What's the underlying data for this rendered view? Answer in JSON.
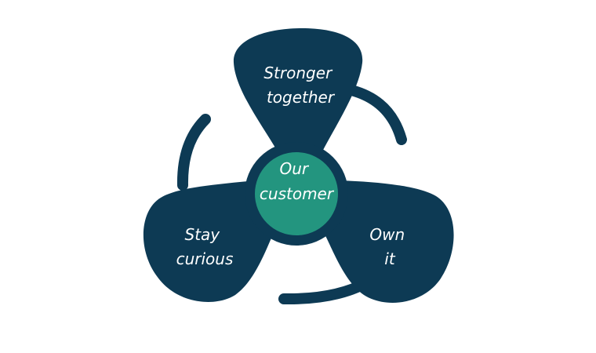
{
  "diagram": {
    "colors": {
      "blade": "#0d3a54",
      "center": "#23957f",
      "background": "#ffffff",
      "text": "#ffffff"
    },
    "center": {
      "line1": "Our",
      "line2": "customer"
    },
    "blades": [
      {
        "id": "top",
        "line1": "Stronger",
        "line2": "together"
      },
      {
        "id": "right",
        "line1": "Own",
        "line2": "it"
      },
      {
        "id": "left",
        "line1": "Stay",
        "line2": "curious"
      }
    ]
  }
}
